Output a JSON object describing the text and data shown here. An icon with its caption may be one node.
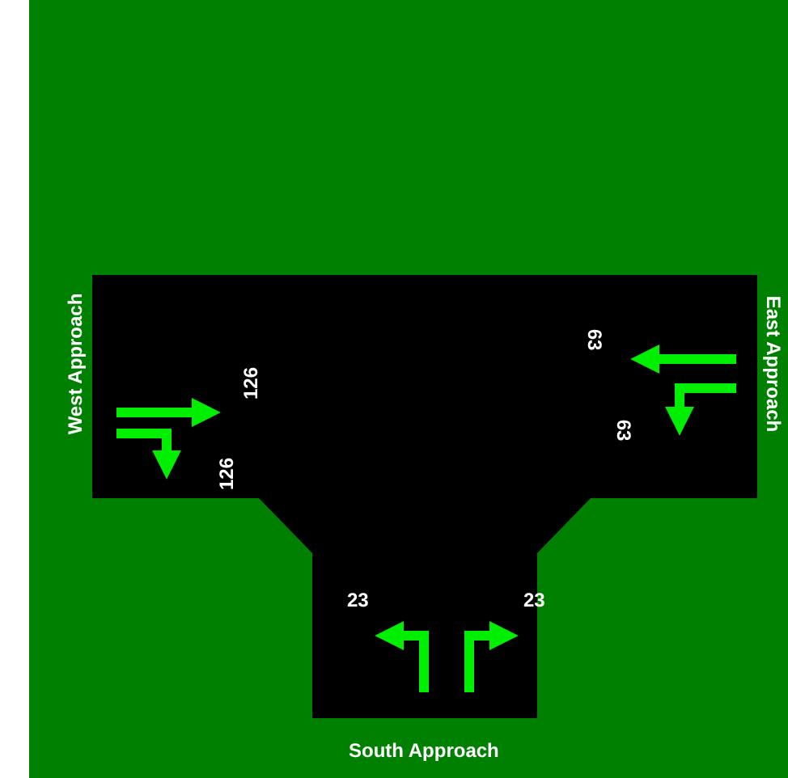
{
  "diagram": {
    "labels": [
      "West Approach",
      "126",
      "126",
      "East Approach",
      "63",
      "63",
      "23",
      "23",
      "South Approach"
    ]
  }
}
